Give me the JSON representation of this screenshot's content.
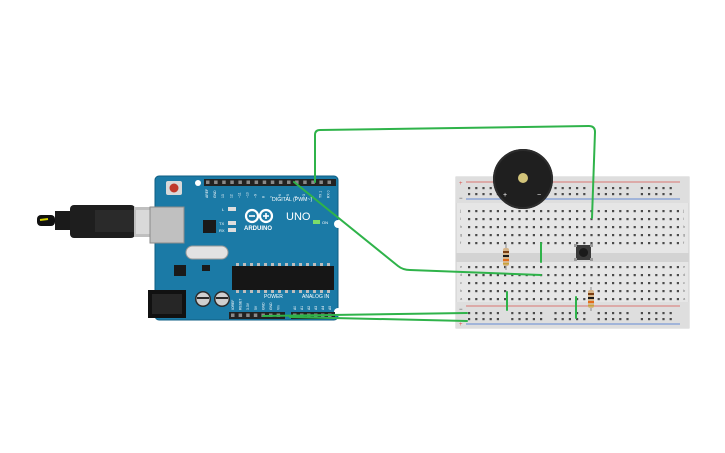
{
  "arduino": {
    "logo_text": "ARDUINO",
    "model": "UNO",
    "digital_label": "DIGITAL (PWM~)",
    "analog_label": "ANALOG IN",
    "power_label": "POWER",
    "on_label": "ON",
    "led_labels": [
      "L",
      "TX",
      "RX"
    ],
    "top_pin_labels": [
      "AREF",
      "GND",
      "13",
      "12",
      "~11",
      "~10",
      "~9",
      "8",
      "7",
      "~6",
      "~5",
      "4",
      "~3",
      "2",
      "TX 1",
      "RX 0"
    ],
    "power_pin_labels": [
      "IOREF",
      "RESET",
      "3.3V",
      "5V",
      "GND",
      "GND",
      "Vin"
    ],
    "analog_pin_labels": [
      "A0",
      "A1",
      "A2",
      "A3",
      "A4",
      "A5"
    ],
    "colors": {
      "board": "#1b7aa6",
      "board_edge": "#0f5e83"
    }
  },
  "breadboard": {
    "rail_plus": "+",
    "rail_minus": "−",
    "row_letters_top": [
      "j",
      "i",
      "h",
      "g",
      "f"
    ],
    "row_letters_bottom": [
      "e",
      "d",
      "c",
      "b",
      "a"
    ]
  },
  "buzzer": {
    "plus_label": "+",
    "minus_label": "−"
  },
  "wires": {
    "color": "#2fb34a"
  }
}
